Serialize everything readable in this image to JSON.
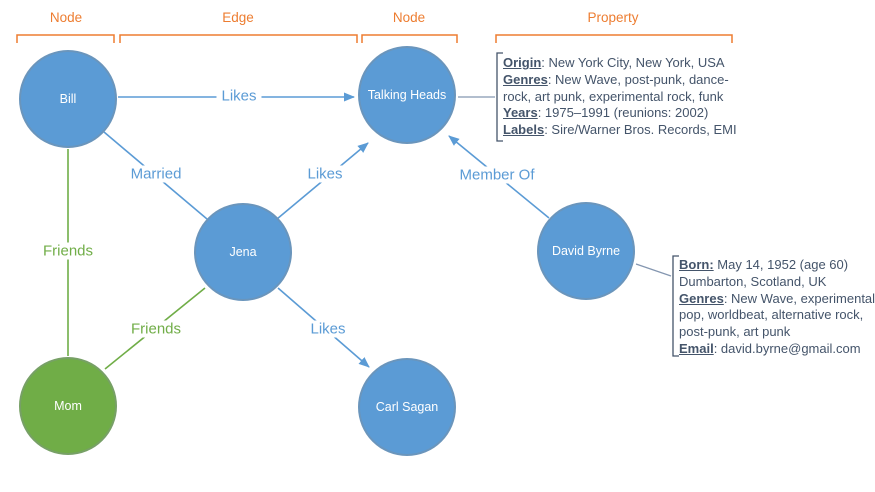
{
  "legend": {
    "color": "#ED7D31",
    "items": [
      {
        "label": "Node"
      },
      {
        "label": "Edge"
      },
      {
        "label": "Node"
      },
      {
        "label": "Property"
      }
    ]
  },
  "nodes": [
    {
      "id": "bill",
      "label": "Bill",
      "color": "#5B9BD5"
    },
    {
      "id": "talking-heads",
      "label": "Talking Heads",
      "color": "#5B9BD5"
    },
    {
      "id": "jena",
      "label": "Jena",
      "color": "#5B9BD5"
    },
    {
      "id": "david-byrne",
      "label": "David Byrne",
      "color": "#5B9BD5"
    },
    {
      "id": "mom",
      "label": "Mom",
      "color": "#70AD47"
    },
    {
      "id": "carl-sagan",
      "label": "Carl Sagan",
      "color": "#5B9BD5"
    }
  ],
  "edges": [
    {
      "label": "Likes",
      "from": "Bill",
      "to": "Talking Heads",
      "directed": true,
      "color": "#5B9BD5"
    },
    {
      "label": "Married",
      "from": "Bill",
      "to": "Jena",
      "directed": false,
      "color": "#5B9BD5"
    },
    {
      "label": "Friends",
      "from": "Bill",
      "to": "Mom",
      "directed": false,
      "color": "#70AD47"
    },
    {
      "label": "Likes",
      "from": "Jena",
      "to": "Talking Heads",
      "directed": true,
      "color": "#5B9BD5"
    },
    {
      "label": "Member Of",
      "from": "David Byrne",
      "to": "Talking Heads",
      "directed": true,
      "color": "#5B9BD5"
    },
    {
      "label": "Friends",
      "from": "Jena",
      "to": "Mom",
      "directed": false,
      "color": "#70AD47"
    },
    {
      "label": "Likes",
      "from": "Jena",
      "to": "Carl Sagan",
      "directed": true,
      "color": "#5B9BD5"
    }
  ],
  "property_cards": [
    {
      "attached_to": "Talking Heads",
      "text_color": "#44546A",
      "lines": [
        {
          "key": "Origin",
          "text": ": New York City, New York, USA"
        },
        {
          "key": "Genres",
          "text": ": New Wave, post-punk, dance-"
        },
        {
          "key": "",
          "text": "rock, art punk, experimental rock, funk"
        },
        {
          "key": "Years",
          "text": ": 1975–1991 (reunions: 2002)"
        },
        {
          "key": "Labels",
          "text": ": Sire/Warner Bros. Records, EMI"
        }
      ]
    },
    {
      "attached_to": "David Byrne",
      "text_color": "#44546A",
      "lines": [
        {
          "key": "Born:",
          "text": " May 14, 1952 (age 60)"
        },
        {
          "key": "",
          "text": "Dumbarton, Scotland, UK"
        },
        {
          "key": "Genres",
          "text": ": New Wave, experimental"
        },
        {
          "key": "",
          "text": "pop, worldbeat, alternative rock,"
        },
        {
          "key": "",
          "text": "post-punk, art punk"
        },
        {
          "key": "Email",
          "text": ": david.byrne@gmail.com"
        }
      ]
    }
  ],
  "colors": {
    "node_blue": "#5B9BD5",
    "node_green": "#70AD47",
    "legend_orange": "#ED7D31",
    "property_text": "#44546A",
    "connector_gray": "#8496B0",
    "node_text": "#FFFFFF"
  }
}
